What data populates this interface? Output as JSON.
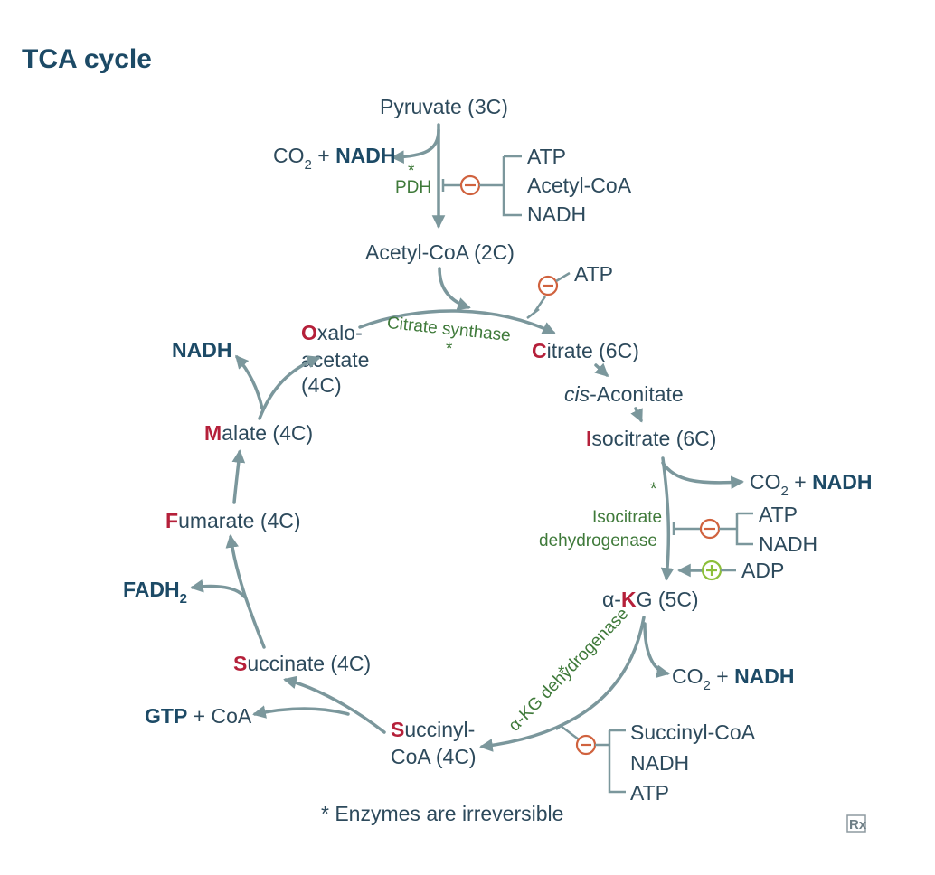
{
  "title": "TCA cycle",
  "pyruvate": "Pyruvate (3C)",
  "pdh": {
    "star": "*",
    "enzyme": "PDH",
    "co2_prefix": "CO",
    "co2_sub": "2",
    "co2_plus": " + ",
    "co2_product": "NADH",
    "inhibitors": [
      "ATP",
      "Acetyl-CoA",
      "NADH"
    ]
  },
  "acetyl_coa": "Acetyl-CoA (2C)",
  "citrate_synthase": {
    "enzyme": "Citrate synthase",
    "star": "*",
    "inhibitor": "ATP"
  },
  "oxaloacetate": {
    "initial": "O",
    "rest_line1": "xalo-",
    "line2": "acetate",
    "line3": "(4C)"
  },
  "citrate": {
    "initial": "C",
    "rest": "itrate (6C)"
  },
  "cis_aconitate": {
    "italic": "cis",
    "rest": "-Aconitate"
  },
  "isocitrate": {
    "initial": "I",
    "rest": "socitrate (6C)"
  },
  "isocitrate_dh": {
    "star": "*",
    "enzyme_line1": "Isocitrate",
    "enzyme_line2": "dehydrogenase",
    "co2_prefix": "CO",
    "co2_sub": "2",
    "co2_plus": " + ",
    "co2_product": "NADH",
    "inhibitors": [
      "ATP",
      "NADH"
    ],
    "activator": "ADP"
  },
  "akg": {
    "alpha": "α-",
    "initial": "K",
    "rest": "G (5C)"
  },
  "akg_dh": {
    "enzyme": "α-KG dehydrogenase",
    "star": "*",
    "co2_prefix": "CO",
    "co2_sub": "2",
    "co2_plus": " + ",
    "co2_product": "NADH",
    "inhibitors": [
      "Succinyl-CoA",
      "NADH",
      "ATP"
    ]
  },
  "succinyl_coa": {
    "initial": "S",
    "rest_line1": "uccinyl-",
    "line2": "CoA (4C)"
  },
  "gtp": {
    "bold": "GTP",
    "rest": " + CoA"
  },
  "succinate": {
    "initial": "S",
    "rest": "uccinate (4C)"
  },
  "fadh2": {
    "main": "FADH",
    "sub": "2"
  },
  "fumarate": {
    "initial": "F",
    "rest": "umarate (4C)"
  },
  "malate": {
    "initial": "M",
    "rest": "alate (4C)"
  },
  "malate_product": "NADH",
  "footnote": "* Enzymes are irreversible",
  "logo": "Rx",
  "colors": {
    "accent_red": "#b5203a",
    "navy": "#1c4a66",
    "arrow": "#7b979c",
    "enzyme_green": "#3f7a3a",
    "inhibit": "#d0623e",
    "activate": "#8cbf3a"
  }
}
